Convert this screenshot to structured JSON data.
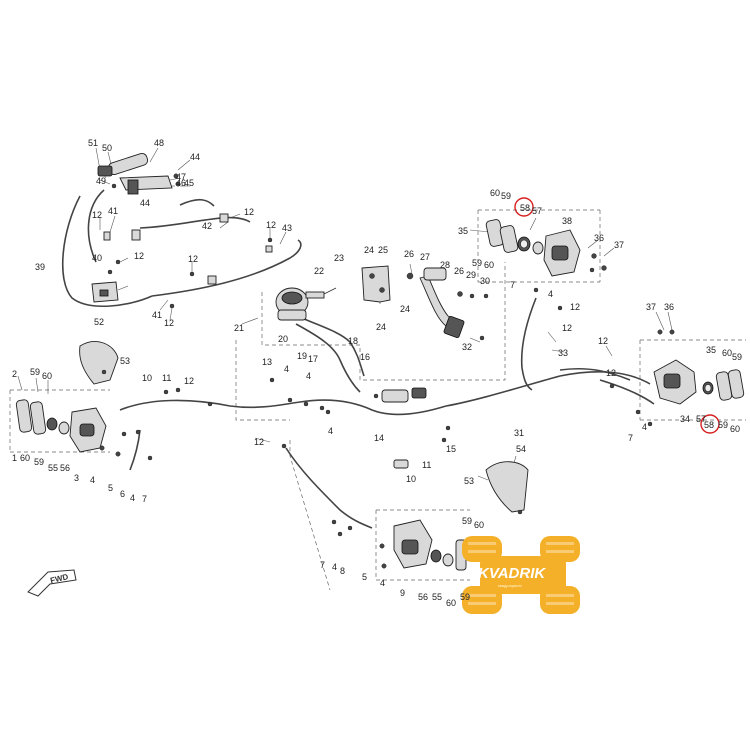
{
  "callouts": [
    {
      "id": "c51",
      "text": "51"
    },
    {
      "id": "c50",
      "text": "50"
    },
    {
      "id": "c48",
      "text": "48"
    },
    {
      "id": "c49",
      "text": "49"
    },
    {
      "id": "c44a",
      "text": "44"
    },
    {
      "id": "c47",
      "text": "47"
    },
    {
      "id": "c46",
      "text": "46"
    },
    {
      "id": "c45",
      "text": "45"
    },
    {
      "id": "c44b",
      "text": "44"
    },
    {
      "id": "c12a",
      "text": "12"
    },
    {
      "id": "c41a",
      "text": "41"
    },
    {
      "id": "c42",
      "text": "42"
    },
    {
      "id": "c12b",
      "text": "12"
    },
    {
      "id": "c12c",
      "text": "12"
    },
    {
      "id": "c43",
      "text": "43"
    },
    {
      "id": "c39",
      "text": "39"
    },
    {
      "id": "c40",
      "text": "40"
    },
    {
      "id": "c12d",
      "text": "12"
    },
    {
      "id": "c12e",
      "text": "12"
    },
    {
      "id": "c41b",
      "text": "41"
    },
    {
      "id": "c12f",
      "text": "12"
    },
    {
      "id": "c60a",
      "text": "60"
    },
    {
      "id": "c59a",
      "text": "59"
    },
    {
      "id": "c58a",
      "text": "58"
    },
    {
      "id": "c57a",
      "text": "57"
    },
    {
      "id": "c38",
      "text": "38"
    },
    {
      "id": "c35a",
      "text": "35"
    },
    {
      "id": "c36a",
      "text": "36"
    },
    {
      "id": "c37a",
      "text": "37"
    },
    {
      "id": "c59b",
      "text": "59"
    },
    {
      "id": "c60b",
      "text": "60"
    },
    {
      "id": "c24a",
      "text": "24"
    },
    {
      "id": "c25",
      "text": "25"
    },
    {
      "id": "c26a",
      "text": "26"
    },
    {
      "id": "c27",
      "text": "27"
    },
    {
      "id": "c22",
      "text": "22"
    },
    {
      "id": "c23",
      "text": "23"
    },
    {
      "id": "c28",
      "text": "28"
    },
    {
      "id": "c26b",
      "text": "26"
    },
    {
      "id": "c29",
      "text": "29"
    },
    {
      "id": "c30",
      "text": "30"
    },
    {
      "id": "c24b",
      "text": "24"
    },
    {
      "id": "c24c",
      "text": "24"
    },
    {
      "id": "c21",
      "text": "21"
    },
    {
      "id": "c20",
      "text": "20"
    },
    {
      "id": "c32",
      "text": "32"
    },
    {
      "id": "c7a",
      "text": "7"
    },
    {
      "id": "c4a",
      "text": "4"
    },
    {
      "id": "c12g",
      "text": "12"
    },
    {
      "id": "c12h",
      "text": "12"
    },
    {
      "id": "c33",
      "text": "33"
    },
    {
      "id": "c52",
      "text": "52"
    },
    {
      "id": "c53a",
      "text": "53"
    },
    {
      "id": "c19",
      "text": "19"
    },
    {
      "id": "c18",
      "text": "18"
    },
    {
      "id": "c17",
      "text": "17"
    },
    {
      "id": "c16",
      "text": "16"
    },
    {
      "id": "c13",
      "text": "13"
    },
    {
      "id": "c4b",
      "text": "4"
    },
    {
      "id": "c4c",
      "text": "4"
    },
    {
      "id": "c10a",
      "text": "10"
    },
    {
      "id": "c11a",
      "text": "11"
    },
    {
      "id": "c12i",
      "text": "12"
    },
    {
      "id": "c12j",
      "text": "12"
    },
    {
      "id": "c37b",
      "text": "37"
    },
    {
      "id": "c36b",
      "text": "36"
    },
    {
      "id": "c12k",
      "text": "12"
    },
    {
      "id": "c35b",
      "text": "35"
    },
    {
      "id": "c60c",
      "text": "60"
    },
    {
      "id": "c59c",
      "text": "59"
    },
    {
      "id": "c2",
      "text": "2"
    },
    {
      "id": "c59d",
      "text": "59"
    },
    {
      "id": "c60d",
      "text": "60"
    },
    {
      "id": "c1",
      "text": "1"
    },
    {
      "id": "c60e",
      "text": "60"
    },
    {
      "id": "c59e",
      "text": "59"
    },
    {
      "id": "c56a",
      "text": "56"
    },
    {
      "id": "c55a",
      "text": "55"
    },
    {
      "id": "c3",
      "text": "3"
    },
    {
      "id": "c4d",
      "text": "4"
    },
    {
      "id": "c5a",
      "text": "5"
    },
    {
      "id": "c6",
      "text": "6"
    },
    {
      "id": "c4e",
      "text": "4"
    },
    {
      "id": "c7b",
      "text": "7"
    },
    {
      "id": "c12l",
      "text": "12"
    },
    {
      "id": "c4f",
      "text": "4"
    },
    {
      "id": "c14",
      "text": "14"
    },
    {
      "id": "c15",
      "text": "15"
    },
    {
      "id": "c31",
      "text": "31"
    },
    {
      "id": "c7c",
      "text": "7"
    },
    {
      "id": "c4g",
      "text": "4"
    },
    {
      "id": "c34",
      "text": "34"
    },
    {
      "id": "c57b",
      "text": "57"
    },
    {
      "id": "c58b",
      "text": "58"
    },
    {
      "id": "c59f",
      "text": "59"
    },
    {
      "id": "c60f",
      "text": "60"
    },
    {
      "id": "c54",
      "text": "54"
    },
    {
      "id": "c11b",
      "text": "11"
    },
    {
      "id": "c10b",
      "text": "10"
    },
    {
      "id": "c53b",
      "text": "53"
    },
    {
      "id": "c59g",
      "text": "59"
    },
    {
      "id": "c60g",
      "text": "60"
    },
    {
      "id": "c7d",
      "text": "7"
    },
    {
      "id": "c4h",
      "text": "4"
    },
    {
      "id": "c8",
      "text": "8"
    },
    {
      "id": "c5b",
      "text": "5"
    },
    {
      "id": "c4i",
      "text": "4"
    },
    {
      "id": "c9",
      "text": "9"
    },
    {
      "id": "c56b",
      "text": "56"
    },
    {
      "id": "c55b",
      "text": "55"
    },
    {
      "id": "c60h",
      "text": "60"
    },
    {
      "id": "c59h",
      "text": "59"
    }
  ],
  "fwd_label": "FWD",
  "watermark": {
    "brand": "KVADRIK",
    "tagline": "квадроцикли",
    "colors": {
      "primary": "#f5b02a",
      "accent": "#ffffff"
    }
  },
  "highlight_color": "#d62020"
}
